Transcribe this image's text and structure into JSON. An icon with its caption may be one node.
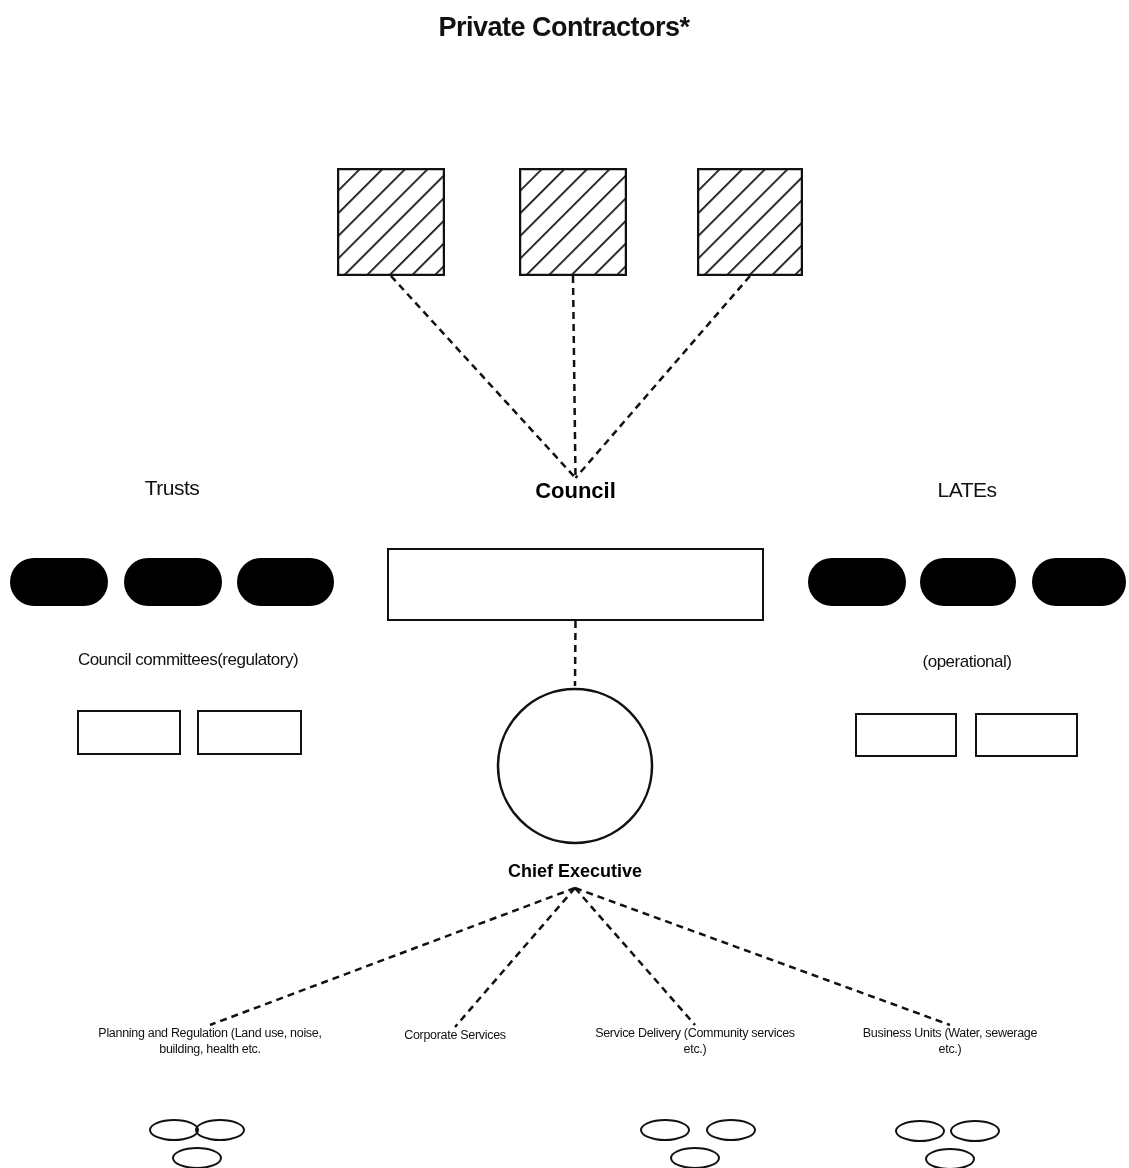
{
  "diagram": {
    "title": "Private Contractors*",
    "nodes": [
      {
        "text": [],
        "shape": "square"
      },
      {
        "text": [],
        "shape": "square"
      },
      {
        "text": [],
        "shape": "square"
      },
      {
        "text": [],
        "shape": "pill"
      },
      {
        "text": [],
        "shape": "pill"
      },
      {
        "text": [],
        "shape": "pill"
      },
      {
        "text": [
          "Council"
        ]
      },
      {
        "text": [],
        "shape": "pill"
      },
      {
        "text": [],
        "shape": "pill"
      },
      {
        "text": [],
        "shape": "pill"
      },
      {
        "text": [],
        "shape": "box"
      },
      {
        "text": [],
        "shape": "box"
      },
      {
        "text": [
          "Chief Executive"
        ]
      },
      {
        "text": [],
        "shape": "box"
      },
      {
        "text": [],
        "shape": "box"
      },
      {
        "text": [
          "Planning and Regulation (Land use, noise, building, health etc."
        ]
      },
      {
        "text": [
          "Corporate Services"
        ]
      },
      {
        "text": [
          "Service Delivery (Community services etc.)"
        ]
      },
      {
        "text": [
          "Business Units (Water, sewerage etc.)"
        ]
      },
      {
        "text": [],
        "shape": "ellipse"
      },
      {
        "text": [],
        "shape": "ellipse"
      },
      {
        "text": [],
        "shape": "ellipse"
      },
      {
        "text": [],
        "shape": "ellipse"
      },
      {
        "text": [],
        "shape": "ellipse"
      },
      {
        "text": [],
        "shape": "ellipse"
      },
      {
        "text": [],
        "shape": "ellipse"
      },
      {
        "text": [],
        "shape": "ellipse"
      },
      {
        "text": [],
        "shape": "ellipse"
      }
    ],
    "edges": [
      {
        "from": 0,
        "to": 6,
        "arrow": "none",
        "style": "dashed"
      },
      {
        "from": 1,
        "to": 6,
        "arrow": "none",
        "style": "dashed"
      },
      {
        "from": 2,
        "to": 6,
        "arrow": "none",
        "style": "dashed"
      },
      {
        "from": 6,
        "to": 12,
        "arrow": "none",
        "style": "dashed"
      },
      {
        "from": 12,
        "to": 15,
        "arrow": "none",
        "style": "dashed"
      },
      {
        "from": 12,
        "to": 16,
        "arrow": "none",
        "style": "dashed"
      },
      {
        "from": 12,
        "to": 17,
        "arrow": "none",
        "style": "dashed"
      },
      {
        "from": 12,
        "to": 18,
        "arrow": "none",
        "style": "dashed"
      }
    ],
    "labels": [
      "Trusts",
      "LATEs",
      "Council committees(regulatory)",
      "(operational)"
    ]
  }
}
